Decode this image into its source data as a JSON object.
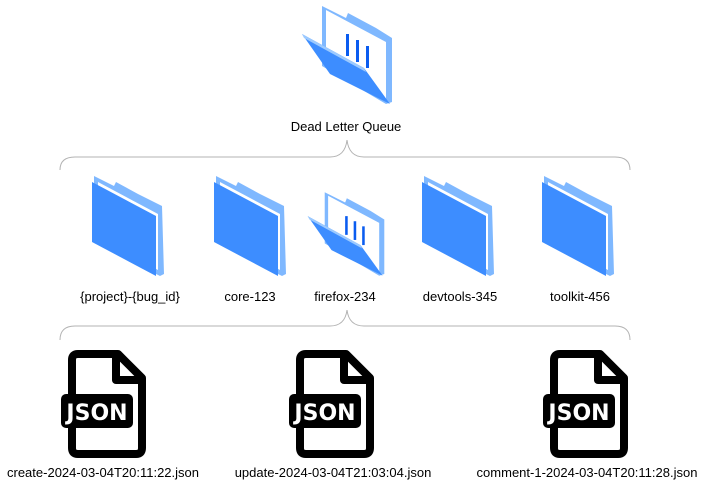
{
  "root": {
    "label": "Dead Letter Queue",
    "icon": "folder-open-icon"
  },
  "folders": [
    {
      "label": "{project}-{bug_id}",
      "icon": "folder-icon"
    },
    {
      "label": "core-123",
      "icon": "folder-icon"
    },
    {
      "label": "firefox-234",
      "icon": "folder-open-icon"
    },
    {
      "label": "devtools-345",
      "icon": "folder-icon"
    },
    {
      "label": "toolkit-456",
      "icon": "folder-icon"
    }
  ],
  "files": [
    {
      "label": "create-2024-03-04T20:11:22.json",
      "icon": "json-file-icon",
      "badge": "JSON"
    },
    {
      "label": "update-2024-03-04T21:03:04.json",
      "icon": "json-file-icon",
      "badge": "JSON"
    },
    {
      "label": "comment-1-2024-03-04T20:11:28.json",
      "icon": "json-file-icon",
      "badge": "JSON"
    }
  ],
  "colors": {
    "folder_light": "#7fb8ff",
    "folder_mid": "#3d8dff",
    "folder_dark": "#0a5cf0",
    "bracket": "#b3b3b3",
    "file_icon": "#000000"
  }
}
